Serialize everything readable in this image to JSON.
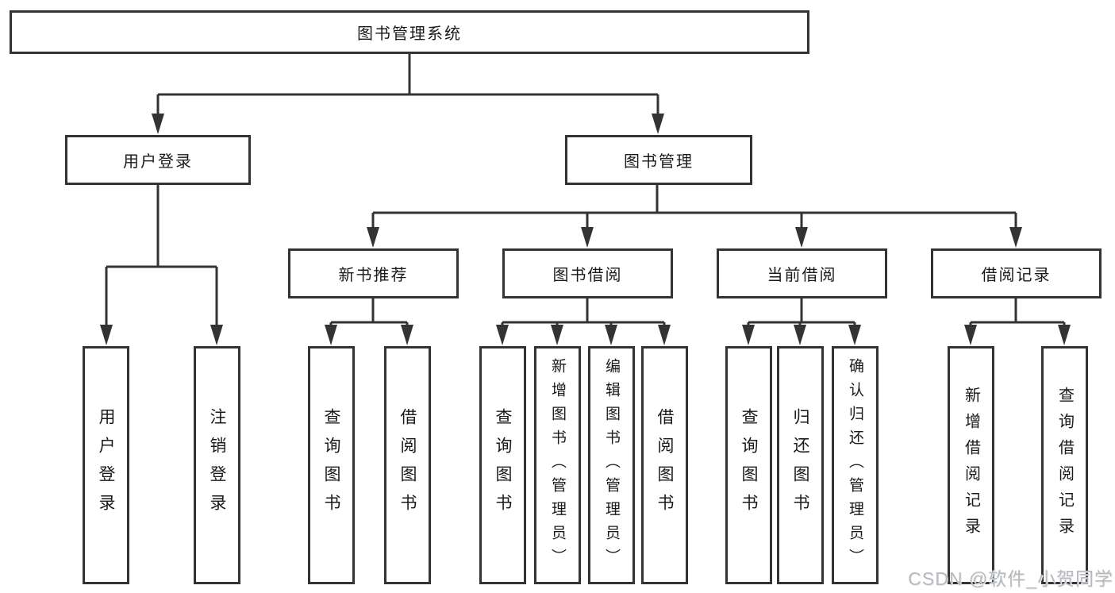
{
  "diagram": {
    "root": {
      "label": "图书管理系统"
    },
    "level2": [
      {
        "id": "user-login",
        "label": "用户登录"
      },
      {
        "id": "book-management",
        "label": "图书管理"
      }
    ],
    "level3": [
      {
        "id": "new-book-recommend",
        "label": "新书推荐"
      },
      {
        "id": "book-borrow",
        "label": "图书借阅"
      },
      {
        "id": "current-borrow",
        "label": "当前借阅"
      },
      {
        "id": "borrow-records",
        "label": "借阅记录"
      }
    ],
    "leaves": {
      "user_login": [
        {
          "label": "用户登录"
        },
        {
          "label": "注销登录"
        }
      ],
      "new_book_recommend": [
        {
          "label": "查询图书"
        },
        {
          "label": "借阅图书"
        }
      ],
      "book_borrow": [
        {
          "label": "查询图书"
        },
        {
          "label": "新增图书（管理员）"
        },
        {
          "label": "编辑图书（管理员）"
        },
        {
          "label": "借阅图书"
        }
      ],
      "current_borrow": [
        {
          "label": "查询图书"
        },
        {
          "label": "归还图书"
        },
        {
          "label": "确认归还（管理员）"
        }
      ],
      "borrow_records": [
        {
          "label": "新增借阅记录"
        },
        {
          "label": "查询借阅记录"
        }
      ]
    },
    "watermark": "CSDN @软件_小贺同学",
    "colors": {
      "line": "#333333",
      "text": "#1a1a1a",
      "watermark": "#b6b9bd",
      "background": "#ffffff"
    }
  }
}
